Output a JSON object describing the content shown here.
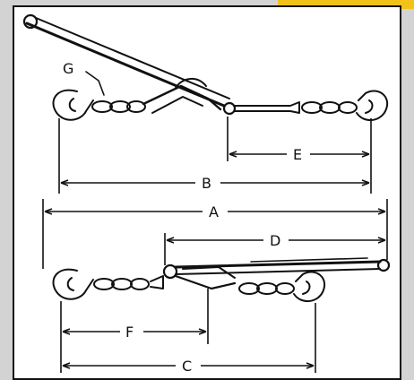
{
  "colors": {
    "background": "#d3d3d3",
    "sheet": "#ffffff",
    "ink": "#111111",
    "accent": "#f2c21a"
  },
  "labels": {
    "a": "A",
    "b": "B",
    "c": "C",
    "d": "D",
    "e": "E",
    "f": "F",
    "g": "G"
  }
}
